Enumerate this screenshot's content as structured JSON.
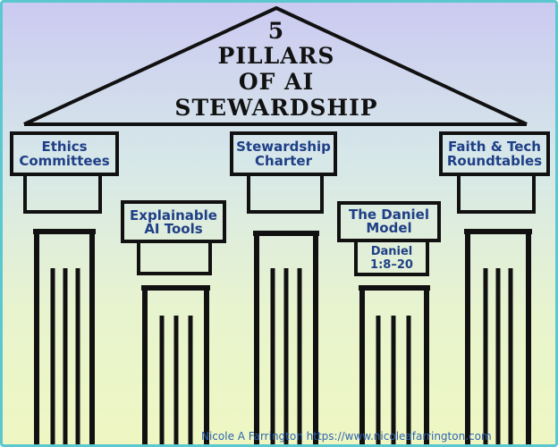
{
  "title": {
    "line1": "5",
    "line2": "PILLARS",
    "line3": "OF AI",
    "line4": "STEWARDSHIP"
  },
  "pillars": [
    {
      "label_line1": "Ethics",
      "label_line2": "Committees"
    },
    {
      "label_line1": "Explainable",
      "label_line2": "AI Tools"
    },
    {
      "label_line1": "Stewardship",
      "label_line2": "Charter"
    },
    {
      "label_line1": "The Daniel",
      "label_line2": "Model",
      "note_line1": "Daniel",
      "note_line2": "1:8–20"
    },
    {
      "label_line1": "Faith & Tech",
      "label_line2": "Roundtables"
    }
  ],
  "footer": "Nicole A Farrington  https://www.nicoleafarrington.com",
  "colors": {
    "border": "#5bc7cf",
    "caption_text": "#1f3f86",
    "footer_text": "#2e63b2",
    "stroke": "#111111"
  }
}
